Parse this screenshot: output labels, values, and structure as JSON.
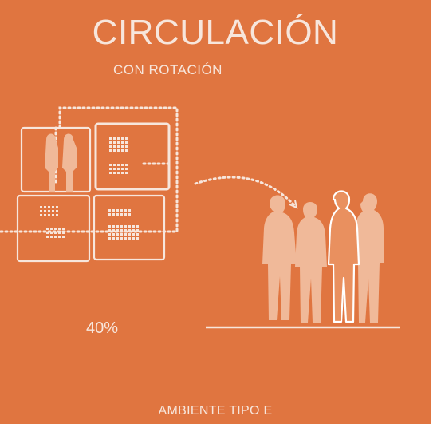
{
  "title": "CIRCULACIÓN",
  "subtitle": "CON ROTACIÓN",
  "percentage": "40%",
  "footer": "AMBIENTE TIPO E",
  "colors": {
    "background": "#e07540",
    "text": "#f7e6dc",
    "figures": "#f0b999"
  }
}
